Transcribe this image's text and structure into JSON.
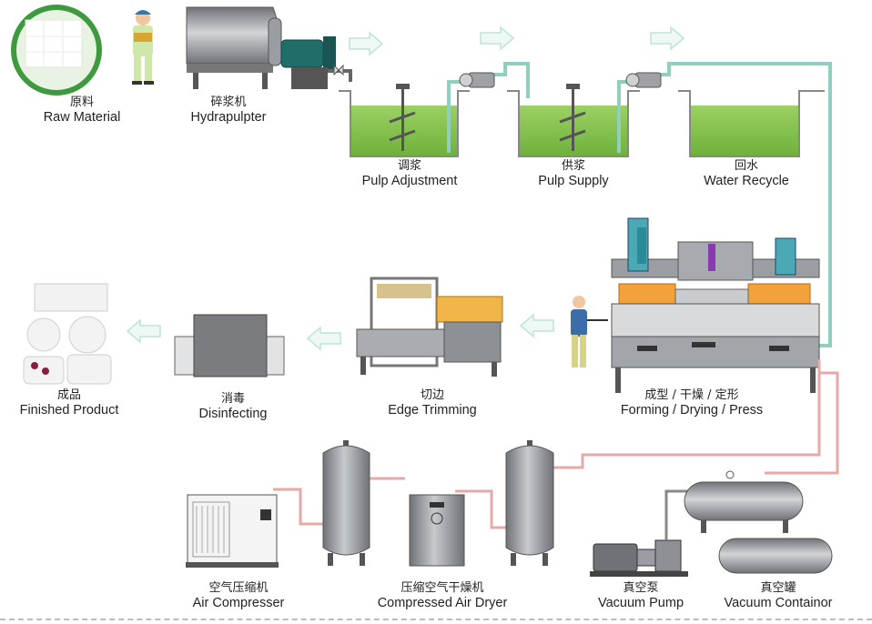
{
  "stations": {
    "raw_material": {
      "cn": "原料",
      "en": "Raw Material"
    },
    "hydrapulpter": {
      "cn": "碎浆机",
      "en": "Hydrapulpter"
    },
    "pulp_adjustment": {
      "cn": "调浆",
      "en": "Pulp Adjustment"
    },
    "pulp_supply": {
      "cn": "供浆",
      "en": "Pulp Supply"
    },
    "water_recycle": {
      "cn": "回水",
      "en": "Water Recycle"
    },
    "forming": {
      "cn": "成型 / 干燥 / 定形",
      "en": "Forming / Drying / Press"
    },
    "edge_trimming": {
      "cn": "切边",
      "en": "Edge Trimming"
    },
    "disinfecting": {
      "cn": "消毒",
      "en": "Disinfecting"
    },
    "finished": {
      "cn": "成品",
      "en": "Finished Product"
    },
    "air_compresser": {
      "cn": "空气压缩机",
      "en": "Air Compresser"
    },
    "air_dryer": {
      "cn": "压缩空气干燥机",
      "en": "Compressed Air Dryer"
    },
    "vacuum_pump": {
      "cn": "真空泵",
      "en": "Vacuum Pump"
    },
    "vacuum_tank": {
      "cn": "真空罐",
      "en": "Vacuum Containor"
    }
  },
  "colors": {
    "pulp_green": "#7cc04a",
    "pipe_water": "#9fd6c8",
    "pipe_air": "#e7a8a8",
    "steel": "#8a8d92",
    "arrow": "#c9e6de",
    "press_orange": "#f3a13a",
    "press_blue": "#2fa7b8"
  },
  "icons": [
    "flow-arrow-icon",
    "worker-icon",
    "valve-icon",
    "pump-icon"
  ]
}
